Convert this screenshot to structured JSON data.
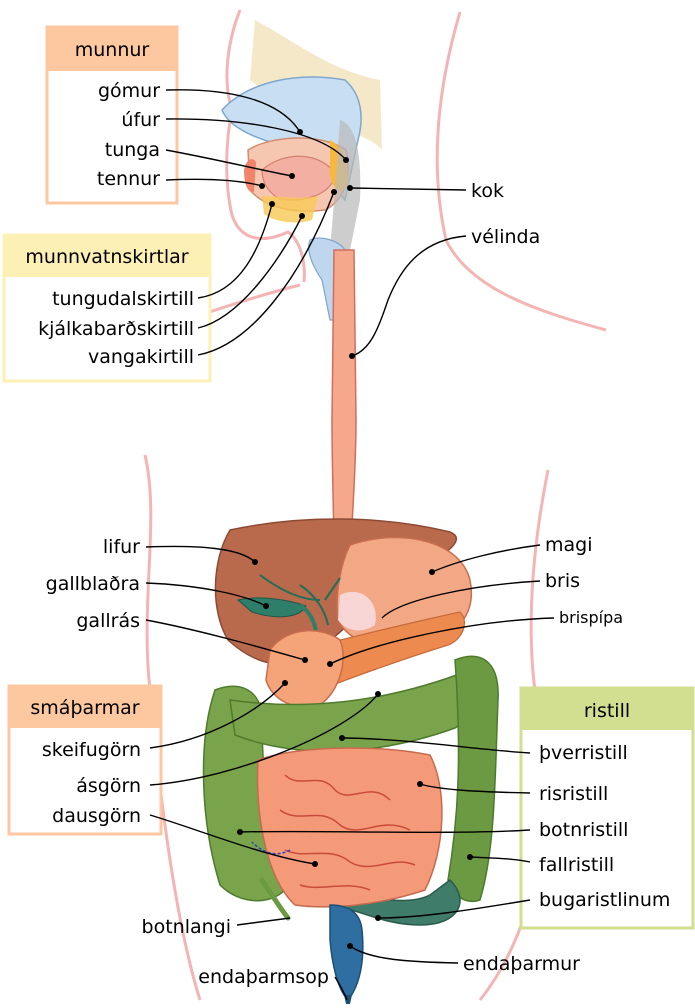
{
  "groups": {
    "mouth": {
      "title": "munnur",
      "items": [
        "gómur",
        "úfur",
        "tunga",
        "tennur"
      ]
    },
    "salivary": {
      "title": "munnvatnskirtlar",
      "items": [
        "tungudalskirtill",
        "kjálkabarðskirtill",
        "vangakirtill"
      ]
    },
    "small_intestine": {
      "title": "smáþarmar",
      "items": [
        "skeifugörn",
        "ásgörn",
        "dausgörn"
      ]
    },
    "colon": {
      "title": "ristill",
      "items": [
        "þverristill",
        "risristill",
        "botnristill",
        "fallristill",
        "bugaristlinum"
      ]
    }
  },
  "labels": {
    "pharynx": "kok",
    "esophagus": "vélinda",
    "liver": "lifur",
    "gallbladder": "gallblaðra",
    "bile_duct": "gallrás",
    "stomach": "magi",
    "pancreas": "bris",
    "pancreatic_duct": "brispípa",
    "appendix": "botnlangi",
    "rectum": "endaþarmur",
    "anus": "endaþarmsop"
  },
  "colors": {
    "mouth_box": "#fdc8a0",
    "salivary_box": "#fdf0b4",
    "small_intestine_box": "#fdc8a0",
    "colon_box": "#d2df90",
    "body_outline": "#f4b4b4",
    "esophagus": "#f6a88c",
    "liver": "#b96a4c",
    "gallbladder": "#2e7e6a",
    "stomach": "#f2a884",
    "pancreas": "#ed8a50",
    "small_intestine": "#f59a78",
    "colon": "#7aa44c",
    "rectum": "#2e6ea0"
  }
}
